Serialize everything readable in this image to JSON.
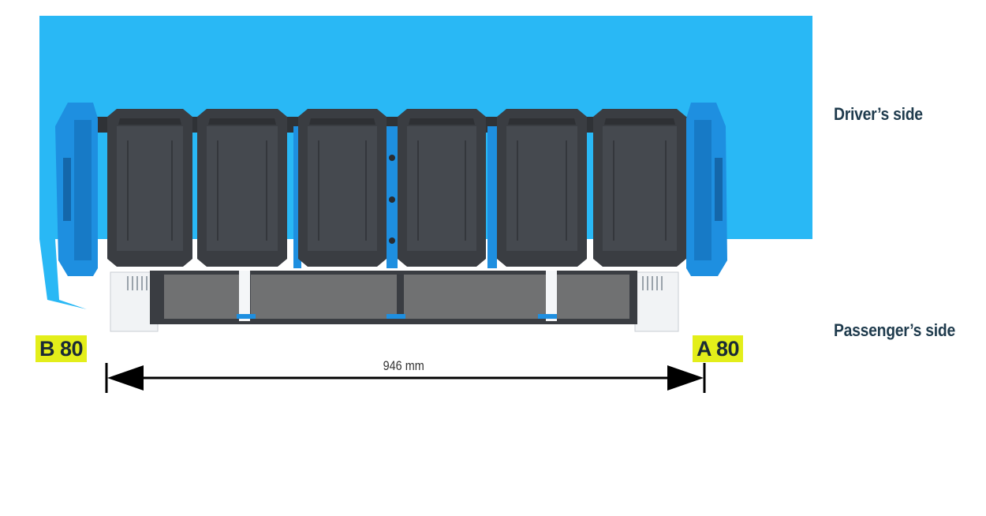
{
  "labels": {
    "drivers_side": "Driver’s side",
    "passengers_side": "Passenger’s side",
    "left_marker": "B 80",
    "right_marker": "A 80",
    "dimension": "946 mm"
  },
  "colors": {
    "vehicle_floor": "#29b8f5",
    "bracket_blue": "#1e8fe0",
    "bin_dark": "#3a3d42",
    "bin_inner": "#45494f",
    "drawer_gray": "#6f6f70",
    "marker_bg": "#e3ee1a"
  },
  "bins": {
    "count": 6
  },
  "drawers": {
    "count": 4
  }
}
